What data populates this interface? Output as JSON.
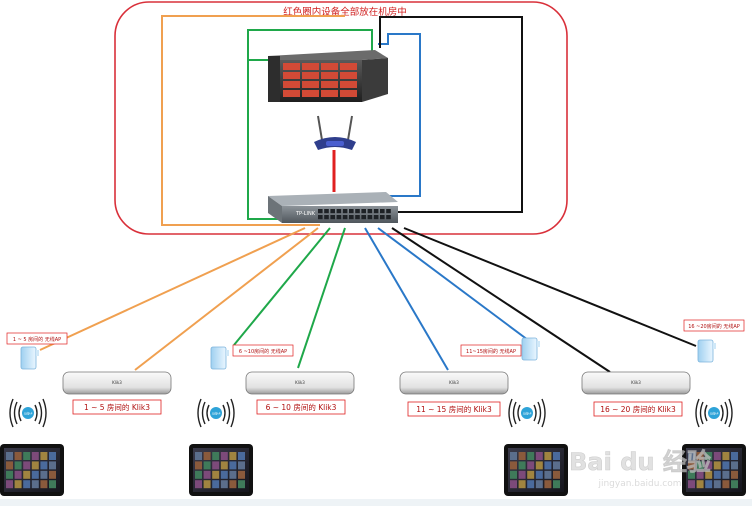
{
  "room_title": "红色圈内设备全部放在机房中",
  "colors": {
    "room_border": "#d9303a",
    "orange": "#f0a050",
    "green": "#1fa84a",
    "blue": "#2a78c8",
    "black": "#111111",
    "red_link": "#e02020"
  },
  "boxes": [
    {
      "label": "1 ~ 5 房间的 Klik3"
    },
    {
      "label": "6 ~ 10 房间的 Klik3"
    },
    {
      "label": "11 ~ 15 房间的 Klik3"
    },
    {
      "label": "16 ~ 20 房间的 Klik3"
    }
  ],
  "box_brand": "Klik3",
  "ap_labels": [
    {
      "label": "1 ~ 5 房间的 无线AP"
    },
    {
      "label": "6 ~10房间的 无线AP"
    },
    {
      "label": "11~15房间的 无线AP"
    },
    {
      "label": "16 ~20房间的 无线AP"
    }
  ],
  "ap_badge": "无线AP",
  "switch_brand": "TP-LINK",
  "watermark": {
    "main": "Bai du 经验",
    "sub": "jingyan.baidu.com"
  }
}
